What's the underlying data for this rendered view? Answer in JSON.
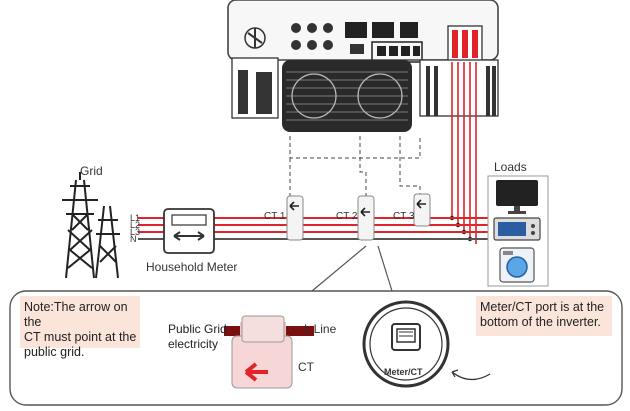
{
  "grid_label": "Grid",
  "loads_label": "Loads",
  "household_meter_label": "Household Meter",
  "line_labels": [
    "L1",
    "L2",
    "L3",
    "N"
  ],
  "ct_labels": [
    "CT 1",
    "CT 2",
    "CT 3"
  ],
  "note_left": "Note:The  arrow on the\nCT must point at the\npublic grid.",
  "note_right": "Meter/CT port is at the\nbottom of the inverter.",
  "public_grid_label": "Public Grid\nelectricity",
  "l_line_label": "L Line",
  "ct_detail_label": "CT",
  "port_label": "Meter/CT",
  "colors": {
    "line_red": "#e0242a",
    "line_dark": "#555555",
    "note_fill": "#fbe5da"
  }
}
